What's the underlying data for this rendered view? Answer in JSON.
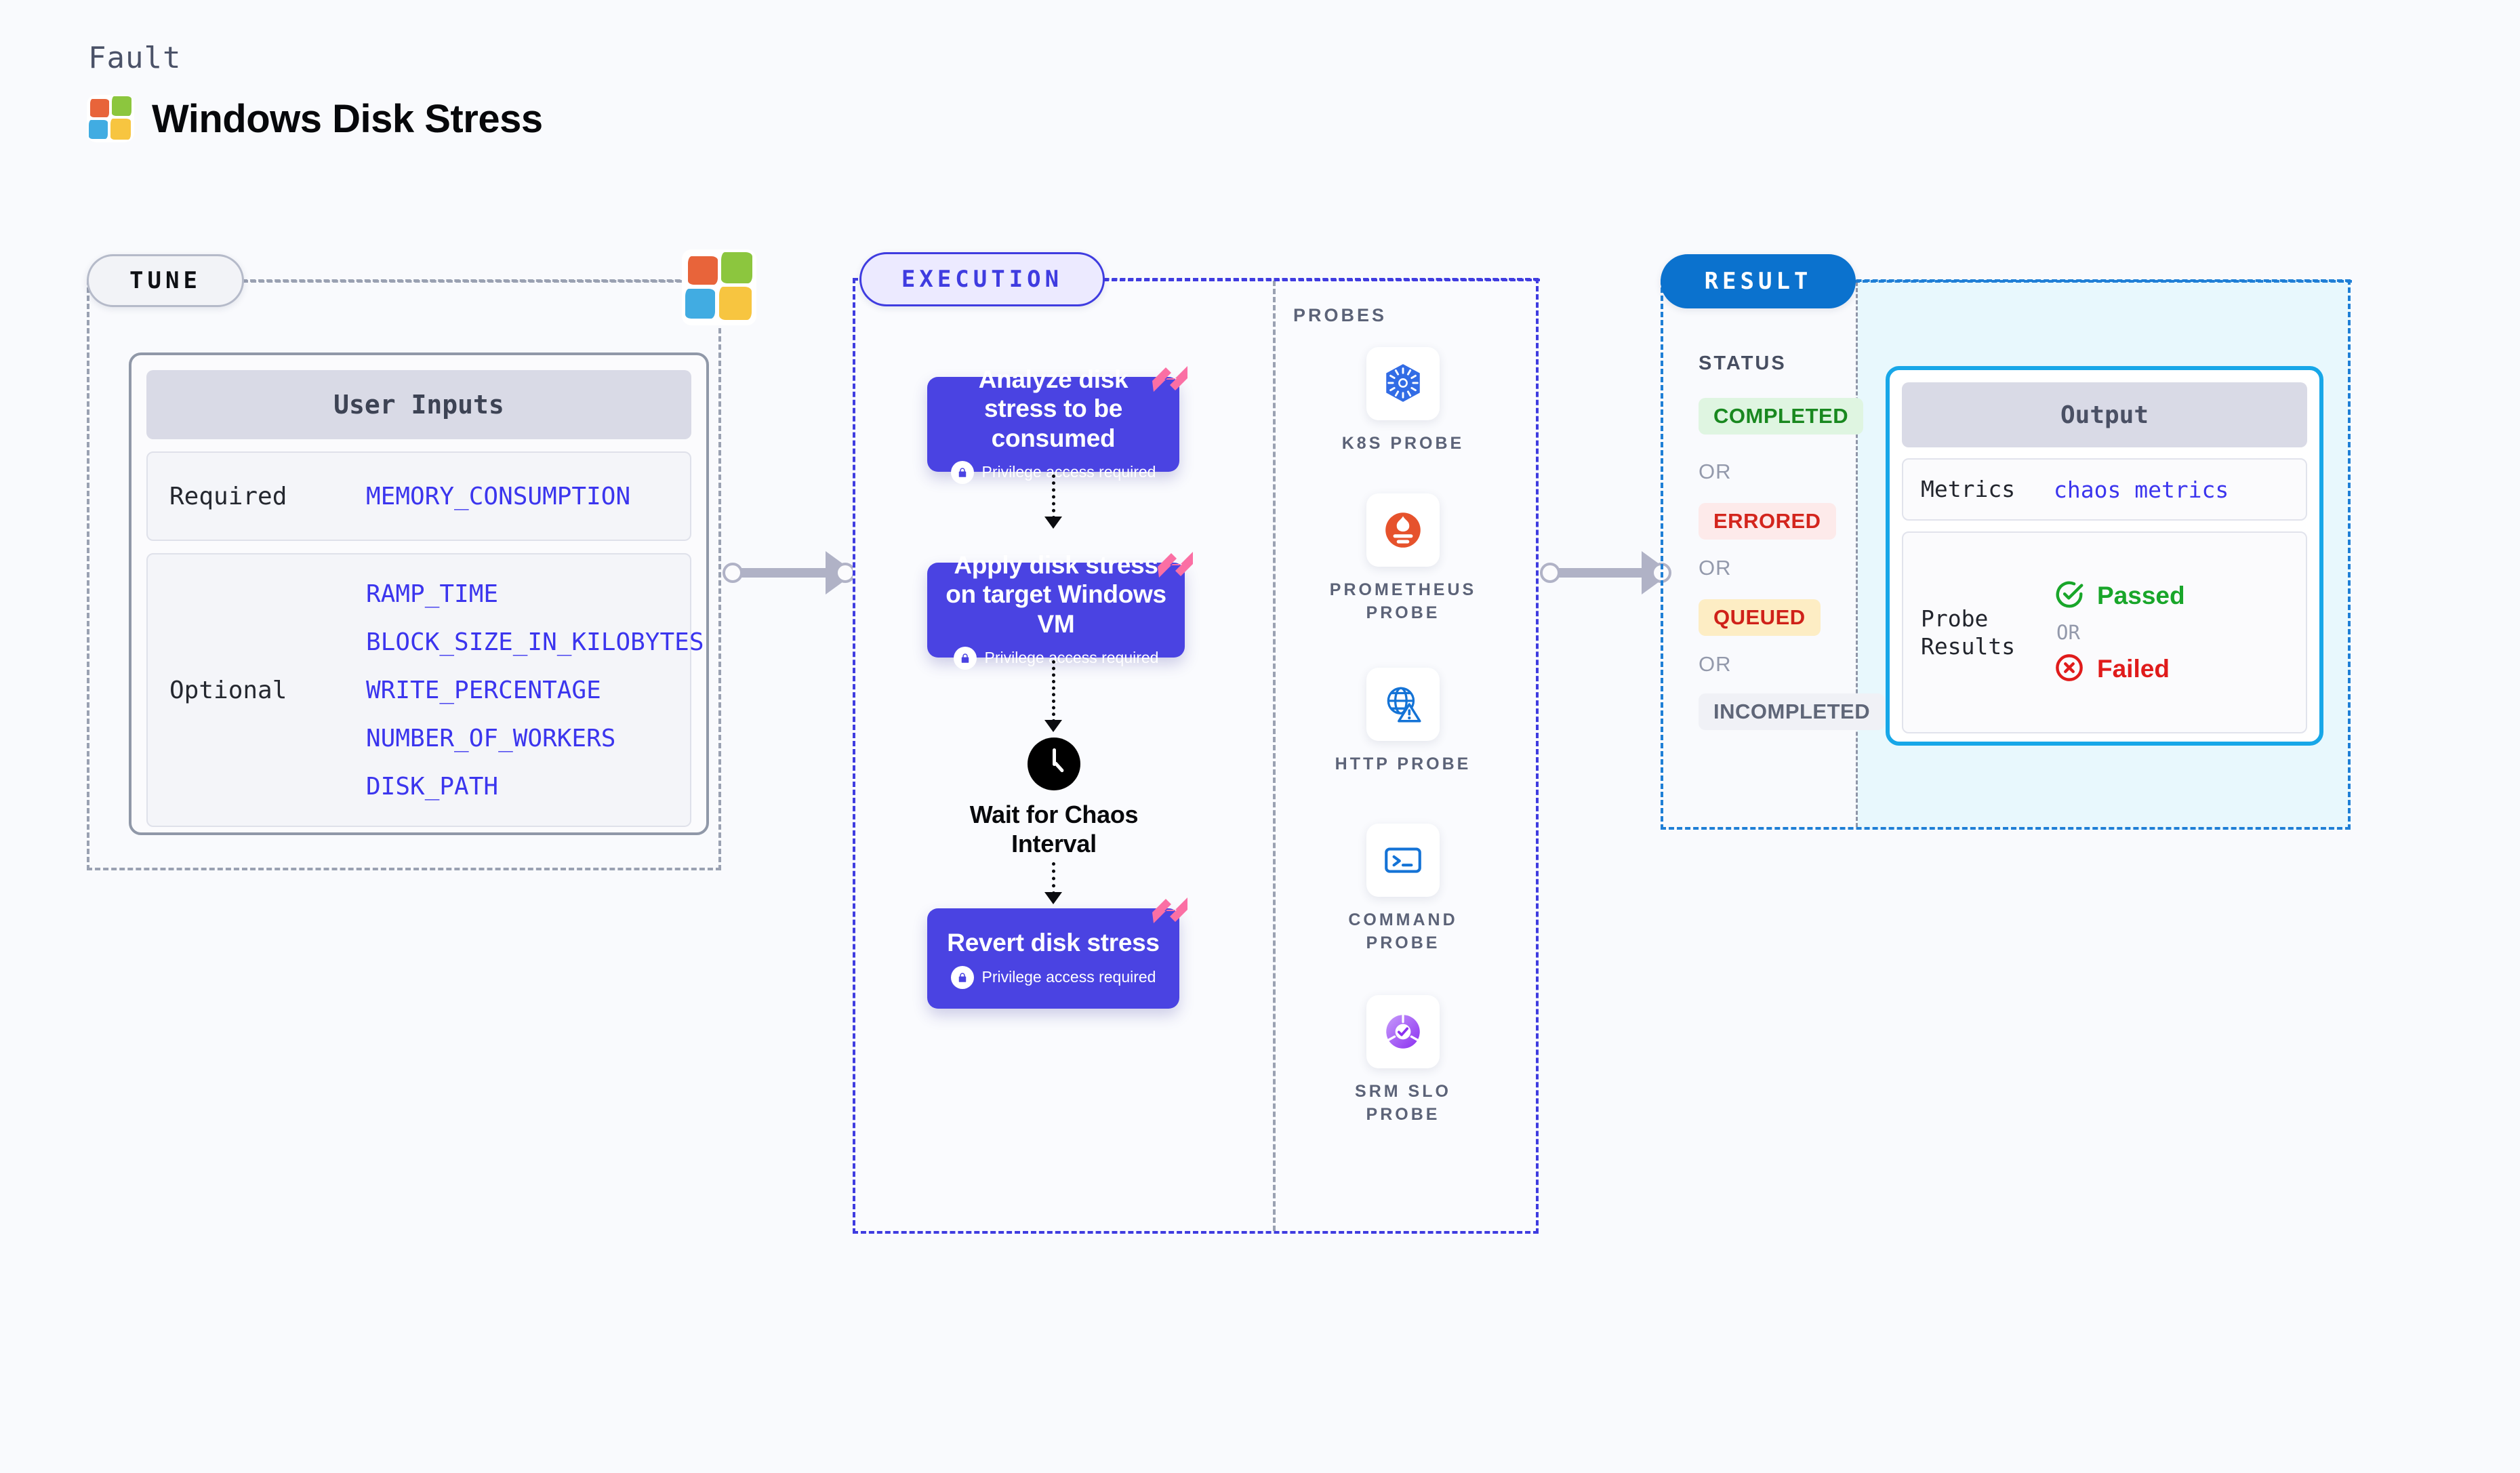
{
  "header": {
    "eyebrow": "Fault",
    "title": "Windows Disk Stress",
    "logo_icon": "windows-logo-icon"
  },
  "tune": {
    "pill_label": "TUNE",
    "logo_icon": "windows-logo-icon",
    "card": {
      "title": "User Inputs",
      "required_label": "Required",
      "required_values": [
        "MEMORY_CONSUMPTION"
      ],
      "optional_label": "Optional",
      "optional_values": [
        "RAMP_TIME",
        "BLOCK_SIZE_IN_KILOBYTES",
        "WRITE_PERCENTAGE",
        "NUMBER_OF_WORKERS",
        "DISK_PATH"
      ]
    }
  },
  "execution": {
    "pill_label": "EXECUTION",
    "privilege_note": "Privilege access required",
    "lock_icon": "lock-icon",
    "ribbon_icon": "chaos-ribbon-icon",
    "steps": [
      {
        "title": "Analyze disk stress to be consumed",
        "privileged": true
      },
      {
        "title": "Apply disk stress on target Windows VM",
        "privileged": true
      }
    ],
    "wait": {
      "icon": "clock-icon",
      "label": "Wait for Chaos Interval"
    },
    "final_step": {
      "title": "Revert disk stress",
      "privileged": true
    },
    "probes_title": "PROBES",
    "probes": [
      {
        "label": "K8S PROBE",
        "icon": "kubernetes-icon"
      },
      {
        "label": "PROMETHEUS PROBE",
        "icon": "prometheus-icon"
      },
      {
        "label": "HTTP PROBE",
        "icon": "http-globe-warning-icon"
      },
      {
        "label": "COMMAND PROBE",
        "icon": "terminal-icon"
      },
      {
        "label": "SRM SLO PROBE",
        "icon": "srm-slo-icon"
      }
    ]
  },
  "result": {
    "pill_label": "RESULT",
    "status_title": "STATUS",
    "or_label": "OR",
    "statuses": [
      {
        "label": "COMPLETED",
        "bg": "#dff5e1",
        "fg": "#19881f"
      },
      {
        "label": "ERRORED",
        "bg": "#fdeaea",
        "fg": "#d3251d"
      },
      {
        "label": "QUEUED",
        "bg": "#fdedc4",
        "fg": "#cf2119"
      },
      {
        "label": "INCOMPLETED",
        "bg": "#f0f1f6",
        "fg": "#5f6678"
      }
    ],
    "output": {
      "title": "Output",
      "metrics_label": "Metrics",
      "metrics_value": "chaos metrics",
      "probe_results_label": "Probe Results",
      "or_label": "OR",
      "passed_label": "Passed",
      "passed_icon": "check-circle-icon",
      "failed_label": "Failed",
      "failed_icon": "x-circle-icon"
    }
  },
  "colors": {
    "page_bg": "#f9fafd",
    "tune_accent": "#9aa1b2",
    "execution_accent": "#3f3ce0",
    "execution_fill": "#e5e4fb",
    "result_accent": "#1f7fd6",
    "result_fill": "#e8f8fd",
    "step_bg": "#4a43e2",
    "ribbon": "#fb6fa4",
    "input_value": "#3b35ee",
    "output_border": "#17a7e8",
    "pass_green": "#19a62a",
    "fail_red": "#e01b1b"
  }
}
